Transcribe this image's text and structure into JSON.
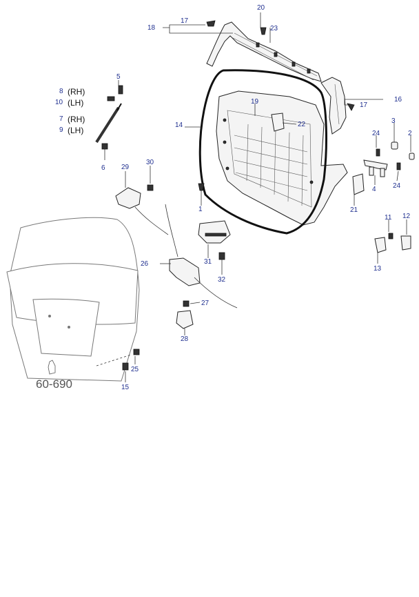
{
  "figure_ref": "60-690",
  "callouts": {
    "c1": "1",
    "c2": "2",
    "c3": "3",
    "c4": "4",
    "c5": "5",
    "c6": "6",
    "c7": "7",
    "c8": "8",
    "c9": "9",
    "c10": "10",
    "c11": "11",
    "c12": "12",
    "c13": "13",
    "c14": "14",
    "c15": "15",
    "c16": "16",
    "c17a": "17",
    "c17b": "17",
    "c18": "18",
    "c19": "19",
    "c20": "20",
    "c21": "21",
    "c22": "22",
    "c23": "23",
    "c24a": "24",
    "c24b": "24",
    "c25": "25",
    "c26": "26",
    "c27": "27",
    "c28": "28",
    "c29": "29",
    "c30": "30",
    "c31": "31",
    "c32": "32"
  },
  "side_labels": {
    "rh_upper": "(RH)",
    "lh_upper": "(LH)",
    "rh_lower": "(RH)",
    "lh_lower": "(LH)"
  }
}
